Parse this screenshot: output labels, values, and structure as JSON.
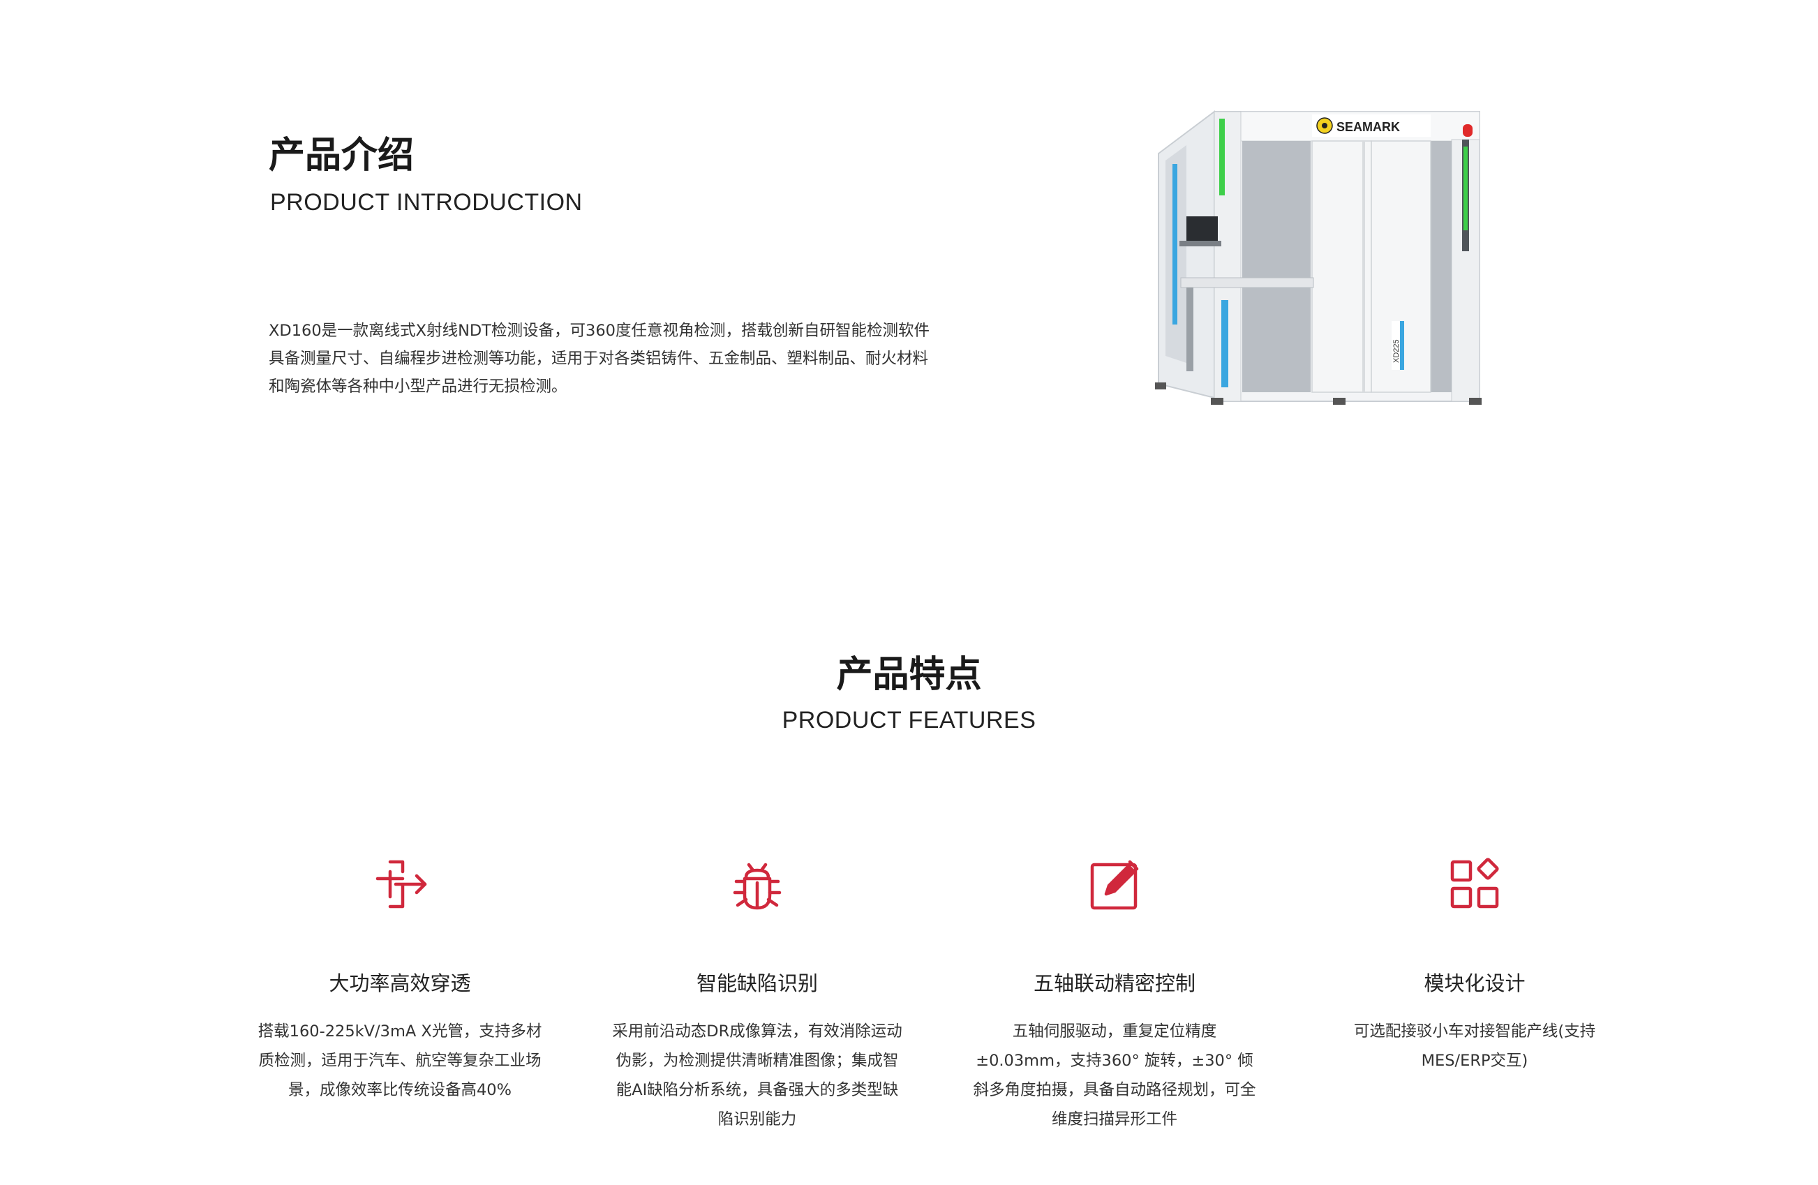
{
  "intro": {
    "title": "产品介绍",
    "subtitle": "PRODUCT INTRODUCTION",
    "description": "XD160是一款离线式X射线NDT检测设备，可360度任意视角检测，搭载创新自研智能检测软件具备测量尺寸、自编程步进检测等功能，适用于对各类铝铸件、五金制品、塑料制品、耐火材料和陶瓷体等各种中小型产品进行无损检测。"
  },
  "machine": {
    "brand": "SEAMARK",
    "model": "XD225"
  },
  "features_section": {
    "title": "产品特点",
    "subtitle": "PRODUCT FEATURES"
  },
  "features": [
    {
      "icon": "penetrate-arrow-icon",
      "name": "大功率高效穿透",
      "text": "搭载160-225kV/3mA X光管，支持多材质检测，适用于汽车、航空等复杂工业场景，成像效率比传统设备高40%"
    },
    {
      "icon": "bug-icon",
      "name": "智能缺陷识别",
      "text": "采用前沿动态DR成像算法，有效消除运动伪影，为检测提供清晰精准图像；集成智能AI缺陷分析系统，具备强大的多类型缺陷识别能力"
    },
    {
      "icon": "edit-icon",
      "name": "五轴联动精密控制",
      "text": "五轴伺服驱动，重复定位精度±0.03mm，支持360° 旋转，±30° 倾斜多角度拍摄，具备自动路径规划，可全维度扫描异形工件"
    },
    {
      "icon": "modules-icon",
      "name": "模块化设计",
      "text": "可选配接驳小车对接智能产线(支持MES/ERP交互)"
    }
  ],
  "colors": {
    "accent": "#d0283c",
    "machine_green": "#3ecf4a",
    "machine_blue": "#3aa6e0"
  }
}
